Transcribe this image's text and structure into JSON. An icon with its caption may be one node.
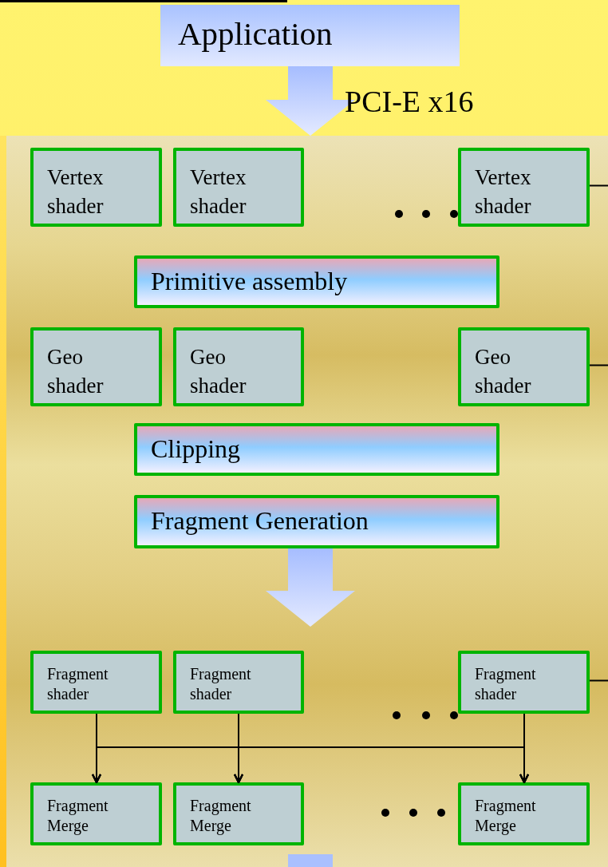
{
  "diagram": {
    "nodes": [
      {
        "text": [
          "Application"
        ]
      },
      {
        "text": [],
        "shape": "box"
      },
      {
        "text": [
          "Vertex shader"
        ],
        "in": 1
      },
      {
        "text": [
          "Vertex shader"
        ],
        "in": 1
      },
      {
        "text": [
          "Vertex shader"
        ],
        "in": 1
      },
      {
        "text": [
          "Primitive assembly"
        ],
        "in": 1
      },
      {
        "text": [
          "Geo shader"
        ],
        "in": 1
      },
      {
        "text": [
          "Geo shader"
        ],
        "in": 1
      },
      {
        "text": [
          "Geo shader"
        ],
        "in": 1
      },
      {
        "text": [
          "Clipping"
        ],
        "in": 1
      },
      {
        "text": [
          "Fragment Generation"
        ],
        "in": 1
      },
      {
        "text": [
          "Fragment shader"
        ],
        "in": 1
      },
      {
        "text": [
          "Fragment shader"
        ],
        "in": 1
      },
      {
        "text": [
          "Fragment shader"
        ],
        "in": 1
      },
      {
        "text": [
          "Fragment Merge"
        ],
        "in": 1
      },
      {
        "text": [
          "Fragment Merge"
        ],
        "in": 1
      },
      {
        "text": [
          "Fragment Merge"
        ],
        "in": 1
      }
    ],
    "edges": [
      {
        "from": 0,
        "to": 1,
        "arrow": "to",
        "label": "PCI-E x16",
        "style": "thick"
      },
      {
        "from": 10,
        "to": null,
        "arrow": "to",
        "style": "thick"
      },
      {
        "from": 4,
        "to": null,
        "arrow": "none"
      },
      {
        "from": 8,
        "to": null,
        "arrow": "none"
      },
      {
        "from": 13,
        "to": null,
        "arrow": "none"
      },
      {
        "from": 11,
        "to": 14,
        "arrow": "to"
      },
      {
        "from": 11,
        "to": 15,
        "arrow": "to"
      },
      {
        "from": 11,
        "to": 16,
        "arrow": "to"
      },
      {
        "from": 12,
        "to": 14,
        "arrow": "to"
      },
      {
        "from": 12,
        "to": 15,
        "arrow": "to"
      },
      {
        "from": 12,
        "to": 16,
        "arrow": "to"
      },
      {
        "from": 13,
        "to": 14,
        "arrow": "to"
      },
      {
        "from": 13,
        "to": 15,
        "arrow": "to"
      },
      {
        "from": 13,
        "to": 16,
        "arrow": "to"
      }
    ]
  }
}
